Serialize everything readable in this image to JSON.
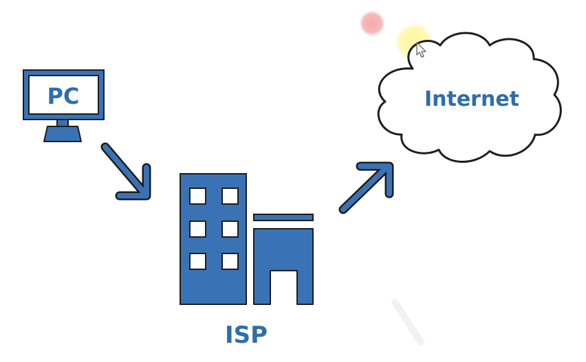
{
  "labels": {
    "pc": "PC",
    "isp": "ISP",
    "internet": "Internet"
  },
  "colors": {
    "primary_blue": "#3a73b5",
    "label_blue": "#2e6daa",
    "outline": "#1c1c1c",
    "highlight_pink": "#f0a0a3",
    "highlight_yellow": "#fff59a"
  },
  "icons": {
    "computer": "monitor-icon",
    "isp": "building-icon",
    "internet": "cloud-icon",
    "cursor": "mouse-pointer-icon"
  }
}
